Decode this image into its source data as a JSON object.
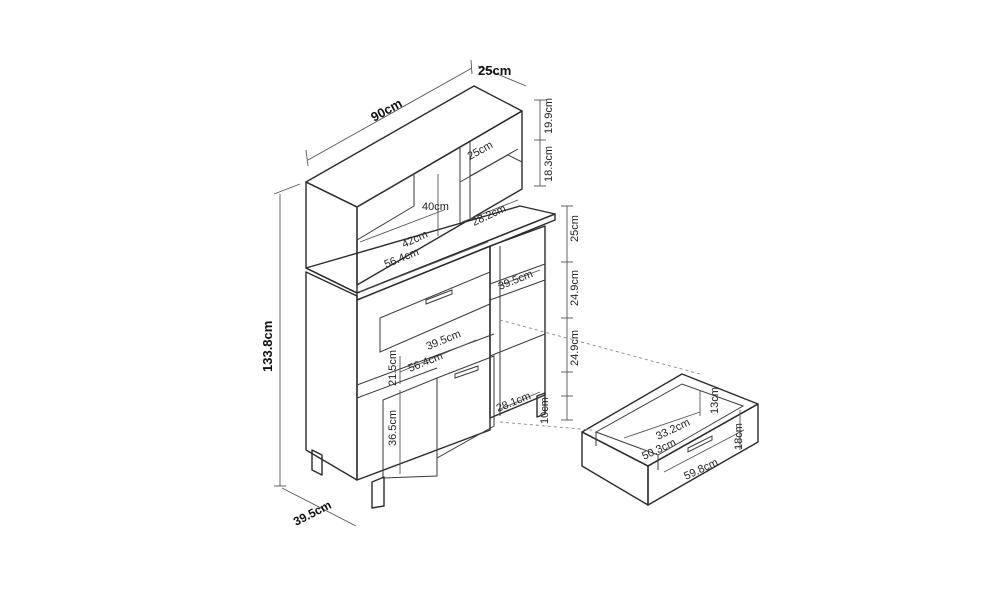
{
  "diagram": {
    "labels": {
      "width": "90cm",
      "depth": "25cm",
      "top_shelf_height": "19.9cm",
      "top_shelf_depth": "25cm",
      "second_shelf_height": "18.3cm",
      "upper_compartment_height": "40cm",
      "upper_compartment_width": "42cm",
      "upper_side_width": "28.2cm",
      "counter_width": "56.4cm",
      "right_shelf1_height": "25cm",
      "right_shelf_depth": "39.5cm",
      "right_shelf2_height": "24.9cm",
      "right_shelf3_height": "24.9cm",
      "total_height": "133.8cm",
      "drawer_front_height": "21.5cm",
      "drawer_depth": "39.5cm",
      "drawer_width": "56.4cm",
      "cabinet_height": "36.5cm",
      "lower_side_width": "28.1cm",
      "leg_height": "10cm",
      "base_depth": "39.5cm",
      "drawer_inner_height": "13cm",
      "drawer_inner_depth": "33.2cm",
      "drawer_inner_width": "50.3cm",
      "drawer_outer_width": "59.8cm",
      "drawer_outer_height": "18cm"
    }
  }
}
